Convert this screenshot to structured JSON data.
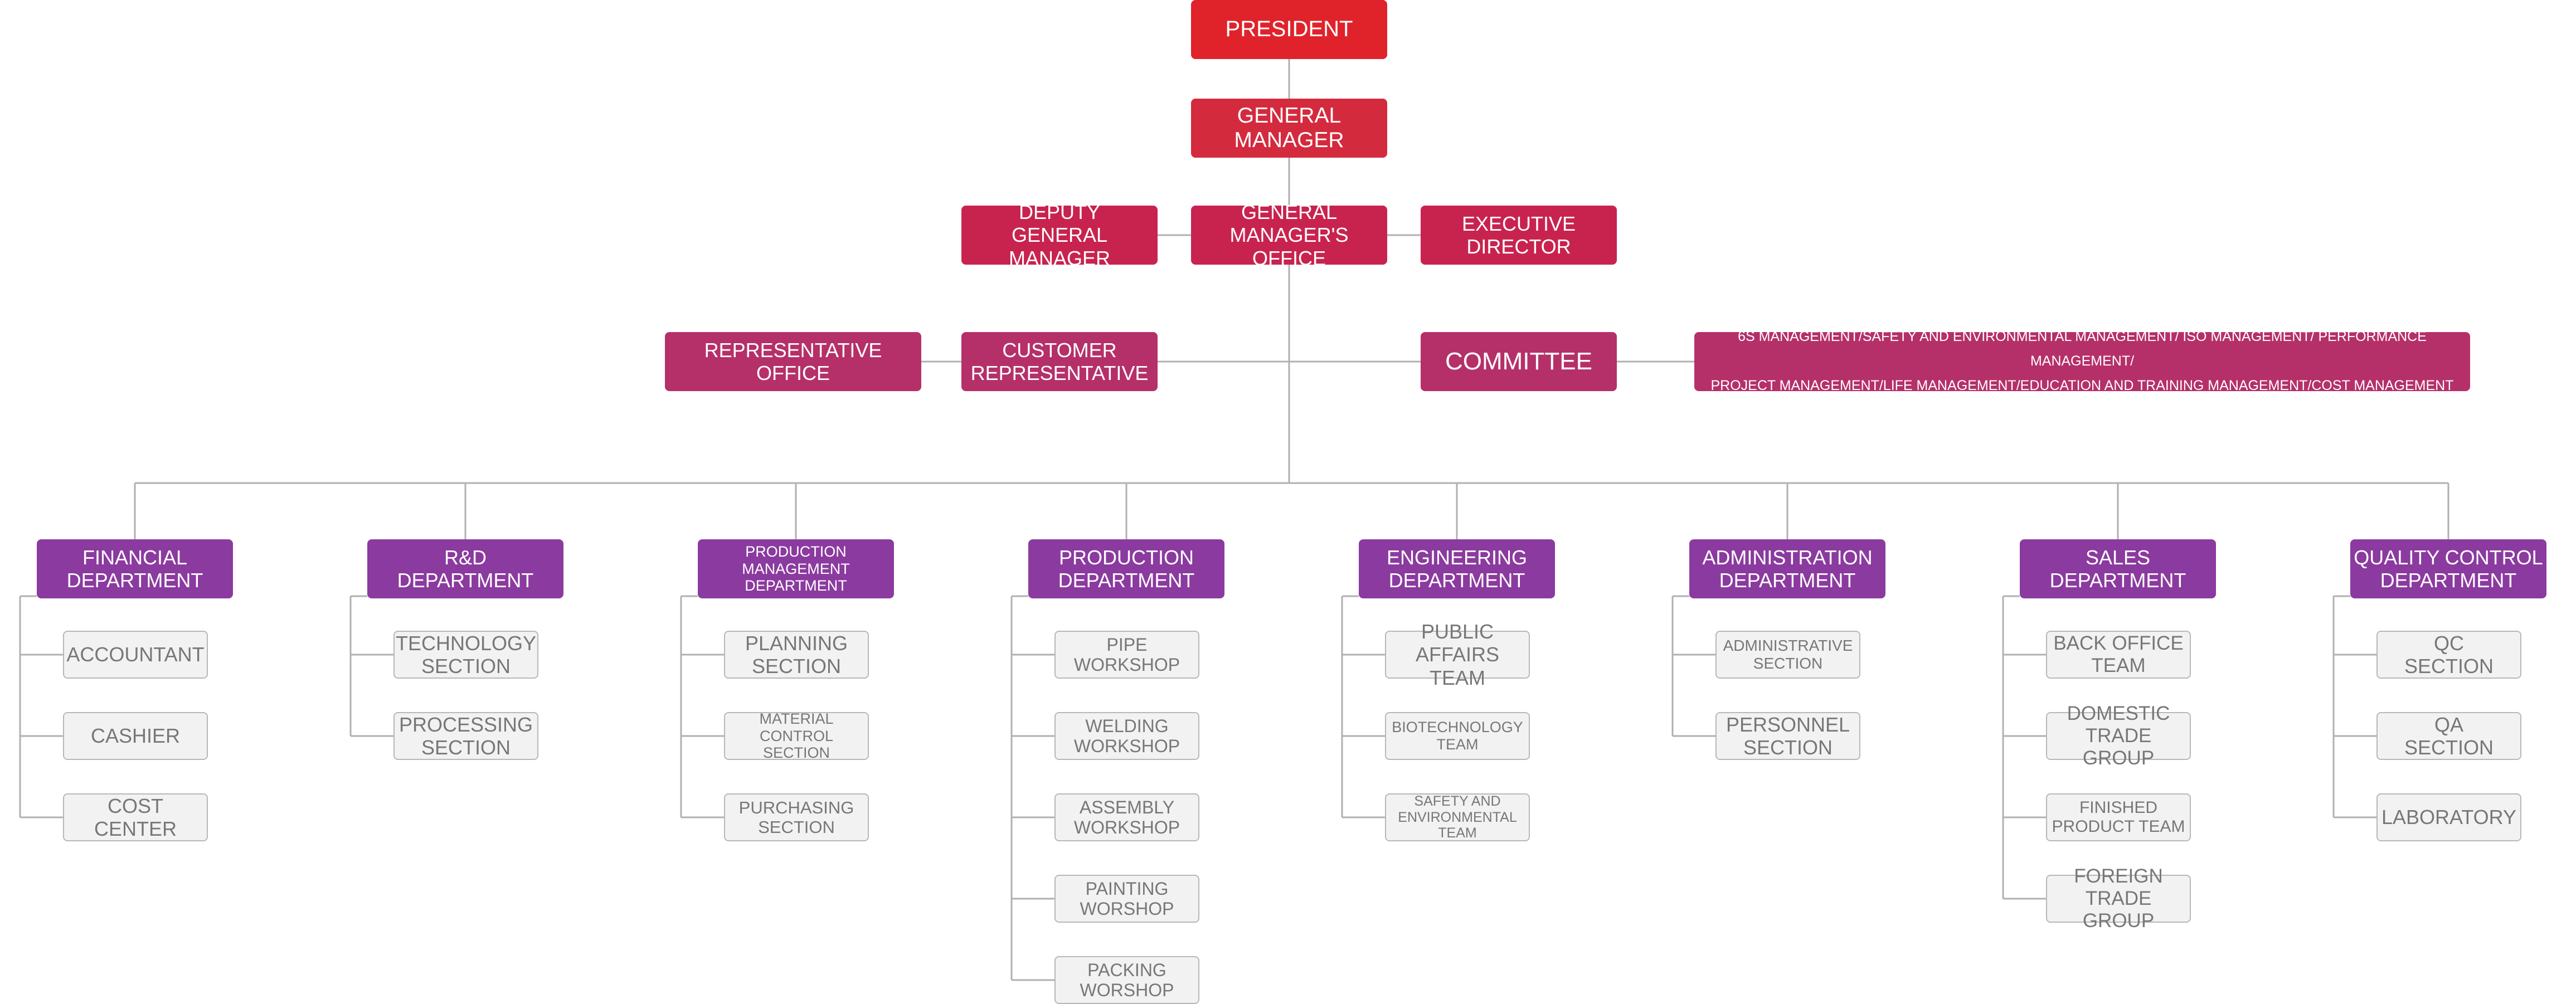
{
  "colors": {
    "top": "#e0232b",
    "red": "#d42a3e",
    "crimson": "#c8234f",
    "magenta": "#b53069",
    "purple": "#8b3a9f",
    "subnode_bg": "#f2f2f2",
    "subnode_border": "#b8b8b8",
    "connector": "#b0b0b0"
  },
  "executive": {
    "president": "PRESIDENT",
    "general_manager": "GENERAL\nMANAGER",
    "deputy_general_manager": "DEPUTY\nGENERAL MANAGER",
    "general_managers_office": "GENERAL\nMANAGER'S OFFICE",
    "executive_director": "EXECUTIVE\nDIRECTOR",
    "representative_office": "REPRESENTATIVE OFFICE",
    "customer_representative": "CUSTOMER\nREPRESENTATIVE",
    "committee": "COMMITTEE",
    "committee_scope": "6S MANAGEMENT/SAFETY AND ENVIRONMENTAL MANAGEMENT/ ISO MANAGEMENT/ PERFORMANCE MANAGEMENT/\nPROJECT MANAGEMENT/LIFE MANAGEMENT/EDUCATION AND TRAINING MANAGEMENT/COST MANAGEMENT"
  },
  "departments": [
    {
      "name": "FINANCIAL\nDEPARTMENT",
      "sections": [
        "ACCOUNTANT",
        "CASHIER",
        "COST CENTER"
      ]
    },
    {
      "name": "R&D\nDEPARTMENT",
      "sections": [
        "TECHNOLOGY\nSECTION",
        "PROCESSING\nSECTION"
      ]
    },
    {
      "name": "PRODUCTION\nMANAGEMENT DEPARTMENT",
      "sections": [
        "PLANNING\nSECTION",
        "MATERIAL CONTROL\nSECTION",
        "PURCHASING\nSECTION"
      ]
    },
    {
      "name": "PRODUCTION\nDEPARTMENT",
      "sections": [
        "PIPE\nWORKSHOP",
        "WELDING\nWORKSHOP",
        "ASSEMBLY\nWORKSHOP",
        "PAINTING\nWORSHOP",
        "PACKING\nWORSHOP"
      ]
    },
    {
      "name": "ENGINEERING\nDEPARTMENT",
      "sections": [
        "PUBLIC\nAFFAIRS TEAM",
        "BIOTECHNOLOGY\nTEAM",
        "SAFETY AND\nENVIRONMENTAL\nTEAM"
      ]
    },
    {
      "name": "ADMINISTRATION\nDEPARTMENT",
      "sections": [
        "ADMINISTRATIVE\nSECTION",
        "PERSONNEL\nSECTION"
      ]
    },
    {
      "name": "SALES\nDEPARTMENT",
      "sections": [
        "BACK OFFICE\nTEAM",
        "DOMESTIC\nTRADE GROUP",
        "FINISHED\nPRODUCT TEAM",
        "FOREIGN\nTRADE GROUP"
      ]
    },
    {
      "name": "QUALITY CONTROL\nDEPARTMENT",
      "sections": [
        "QC\nSECTION",
        "QA\nSECTION",
        "LABORATORY"
      ]
    }
  ]
}
